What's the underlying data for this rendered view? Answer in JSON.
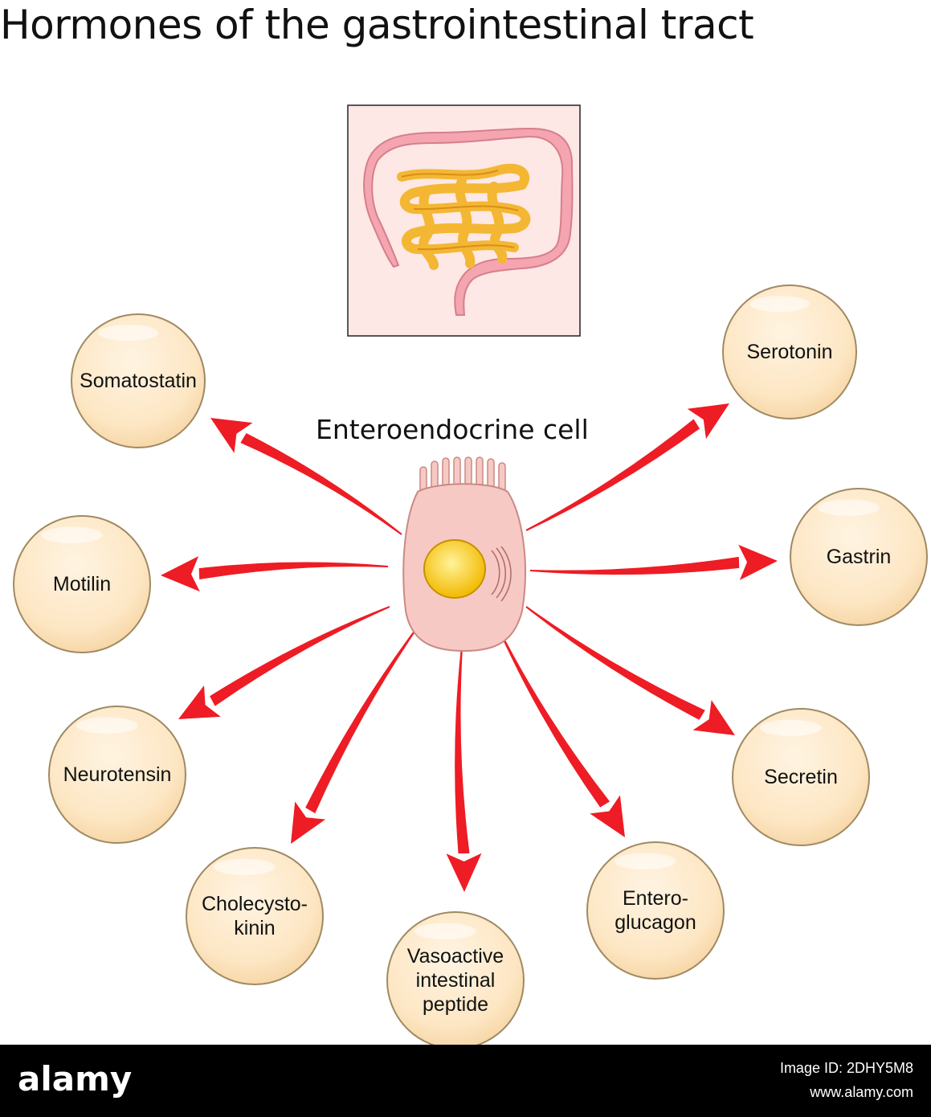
{
  "title": "Hormones of the gastrointestinal tract",
  "cell_label": "Enteroendocrine cell",
  "hormones": [
    {
      "id": "somatostatin",
      "lines": [
        "Somatostatin"
      ]
    },
    {
      "id": "motilin",
      "lines": [
        "Motilin"
      ]
    },
    {
      "id": "neurotensin",
      "lines": [
        "Neurotensin"
      ]
    },
    {
      "id": "cholecystokinin",
      "lines": [
        "Cholecysto-",
        "kinin"
      ]
    },
    {
      "id": "vasoactive-intestinal-peptide",
      "lines": [
        "Vasoactive",
        "intestinal",
        "peptide"
      ]
    },
    {
      "id": "enteroglucagon",
      "lines": [
        "Entero-",
        "glucagon"
      ]
    },
    {
      "id": "secretin",
      "lines": [
        "Secretin"
      ]
    },
    {
      "id": "gastrin",
      "lines": [
        "Gastrin"
      ]
    },
    {
      "id": "serotonin",
      "lines": [
        "Serotonin"
      ]
    }
  ],
  "colors": {
    "arrow": "#ee1c24",
    "circle_fill": "#fde6c3",
    "circle_stroke": "#a08a63",
    "cell_body": "#f7c9c4",
    "nucleus": "#f5c400",
    "intestine_panel": "#fde8e5",
    "small_intestine": "#f4b733",
    "large_intestine": "#f4a5b0"
  },
  "watermark": {
    "logo": "alamy",
    "image_id_label": "Image ID: 2DHY5M8",
    "site": "www.alamy.com"
  }
}
